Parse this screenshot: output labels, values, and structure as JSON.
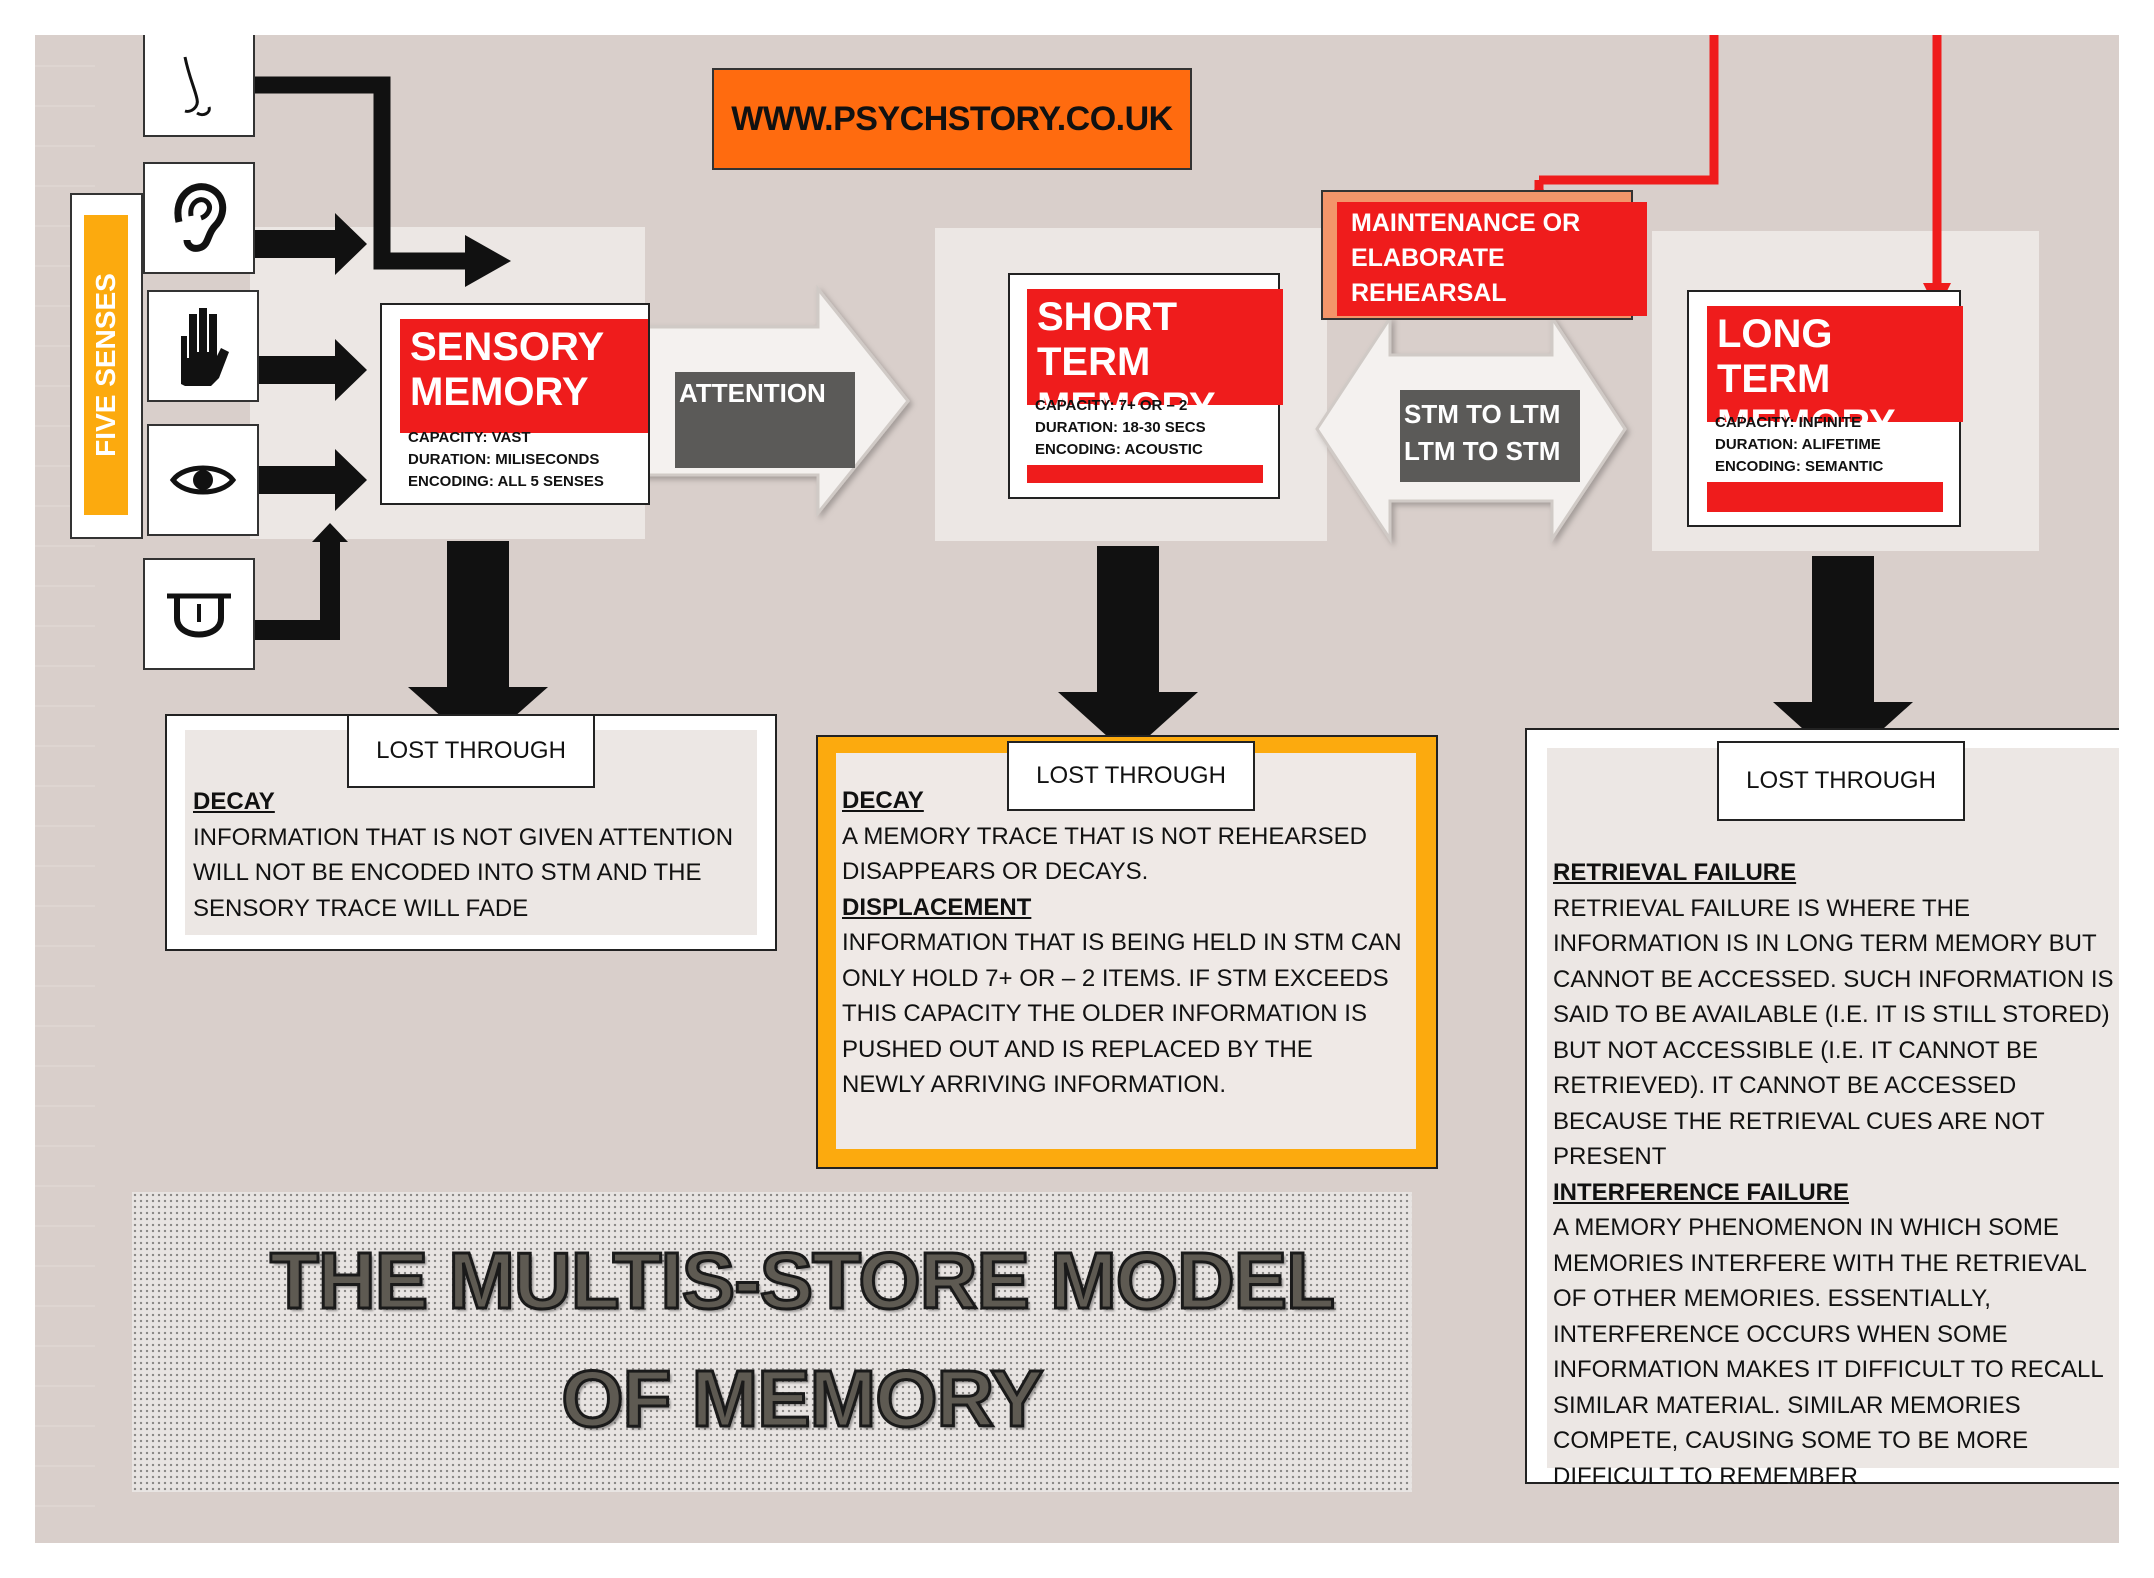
{
  "website": "WWW.PSYCHSTORY.CO.UK",
  "five_senses_label": "FIVE SENSES",
  "sense_icons": [
    "nose-icon",
    "ear-icon",
    "hand-icon",
    "eye-icon",
    "tongue-icon"
  ],
  "sensory": {
    "title_line1": "SENSORY",
    "title_line2": "MEMORY",
    "capacity": "CAPACITY: VAST",
    "duration": "DURATION: MILISECONDS",
    "encoding": "ENCODING: ALL 5 SENSES"
  },
  "attention_label": "ATTENTION",
  "stm": {
    "title_line1": "SHORT TERM",
    "title_line2": "MEMORY",
    "capacity": "CAPACITY: 7+ OR – 2",
    "duration": "DURATION: 18-30 SECS",
    "encoding": "ENCODING: ACOUSTIC"
  },
  "rehearsal": {
    "line1": "MAINTENANCE OR",
    "line2": "ELABORATE",
    "line3": "REHEARSAL"
  },
  "transfer": {
    "line1": "STM TO LTM",
    "line2": "LTM TO STM"
  },
  "ltm": {
    "title_line1": "LONG TERM",
    "title_line2": "MEMORY",
    "capacity": "CAPACITY: INFINITE",
    "duration": "DURATION:  ALIFETIME",
    "encoding": "ENCODING: SEMANTIC"
  },
  "lost_through": "LOST THROUGH",
  "sensory_loss": {
    "heading": "DECAY",
    "text": "INFORMATION THAT IS NOT GIVEN ATTENTION WILL NOT BE ENCODED INTO STM AND THE SENSORY TRACE WILL FADE"
  },
  "stm_loss": {
    "heading1": "DECAY",
    "text1": "A MEMORY TRACE THAT IS NOT REHEARSED DISAPPEARS OR DECAYS.",
    "heading2": "DISPLACEMENT",
    "text2": "INFORMATION THAT IS BEING HELD IN STM CAN ONLY HOLD 7+ OR – 2 ITEMS. IF STM EXCEEDS THIS CAPACITY THE OLDER INFORMATION IS PUSHED OUT AND IS REPLACED BY THE NEWLY ARRIVING INFORMATION."
  },
  "ltm_loss": {
    "heading1": "RETRIEVAL FAILURE",
    "text1": "RETRIEVAL FAILURE IS WHERE THE INFORMATION IS IN LONG TERM MEMORY BUT CANNOT BE ACCESSED. SUCH INFORMATION IS SAID TO BE AVAILABLE (I.E. IT IS STILL STORED) BUT NOT ACCESSIBLE (I.E. IT CANNOT BE RETRIEVED). IT CANNOT BE ACCESSED BECAUSE THE RETRIEVAL CUES ARE NOT PRESENT",
    "heading2": "INTERFERENCE FAILURE",
    "text2": "A MEMORY PHENOMENON IN WHICH SOME MEMORIES INTERFERE WITH THE RETRIEVAL OF OTHER MEMORIES. ESSENTIALLY, INTERFERENCE OCCURS WHEN SOME INFORMATION MAKES IT DIFFICULT TO RECALL SIMILAR MATERIAL. SIMILAR MEMORIES COMPETE, CAUSING SOME TO BE MORE DIFFICULT TO REMEMBER"
  },
  "main_title": {
    "line1": "THE MULTIS-STORE MODEL",
    "line2": "OF MEMORY"
  },
  "colors": {
    "background": "#d9cfcb",
    "red": "#ef1c1c",
    "orange": "#ff6b0f",
    "amber": "#fcaa0e",
    "dark_label": "#5b5a58"
  }
}
